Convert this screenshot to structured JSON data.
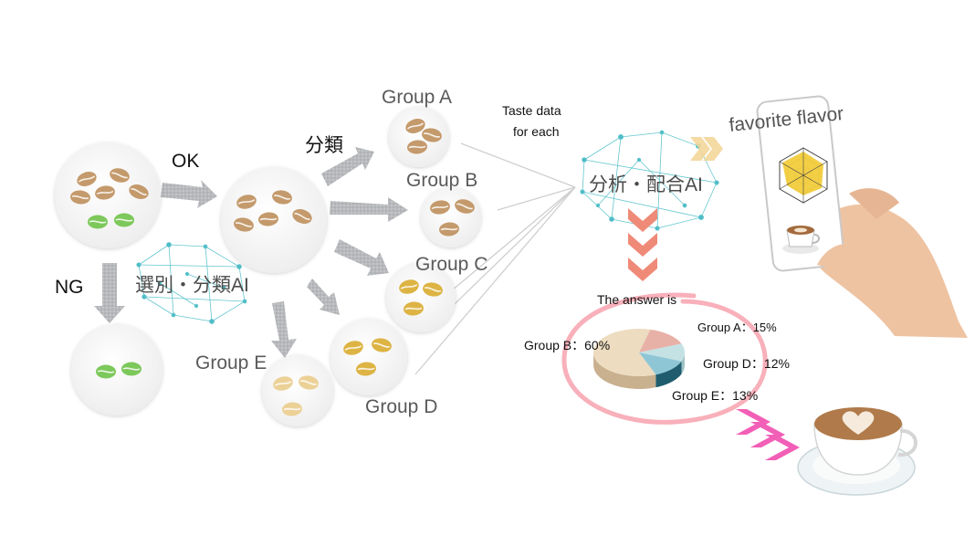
{
  "labels": {
    "ok": "OK",
    "ng": "NG",
    "classify": "分類",
    "selection_ai": "選別・分類AI",
    "analysis_ai": "分析・配合AI",
    "taste_data": "Taste data",
    "for_each": "for each",
    "favorite_flavor": "favorite flavor",
    "answer_is": "The answer is"
  },
  "groups": {
    "a": "Group A",
    "b": "Group B",
    "c": "Group C",
    "d": "Group D",
    "e": "Group E"
  },
  "chart_data": {
    "type": "pie",
    "title": "The answer is",
    "slices": [
      {
        "name": "Group B",
        "label": "Group B：60%",
        "value": 60,
        "color": "#eddcc0"
      },
      {
        "name": "Group A",
        "label": "Group A：15%",
        "value": 15,
        "color": "#e8b1a8"
      },
      {
        "name": "Group D",
        "label": "Group D：12%",
        "value": 12,
        "color": "#c4e2e4"
      },
      {
        "name": "Group E",
        "label": "Group E：13%",
        "value": 13,
        "color": "#8ec6d6"
      }
    ]
  },
  "colors": {
    "bean_brown": "#c49a6c",
    "bean_green": "#7dc85b",
    "bean_gold": "#ddb444",
    "bean_pale": "#ecd197",
    "arrow_gray": "#b4b6b9",
    "chevron_salmon": "#f08a78",
    "chevron_pink": "#f25fb7",
    "highlight_circle": "#f47b8c",
    "network_teal": "#4fbcc6"
  }
}
